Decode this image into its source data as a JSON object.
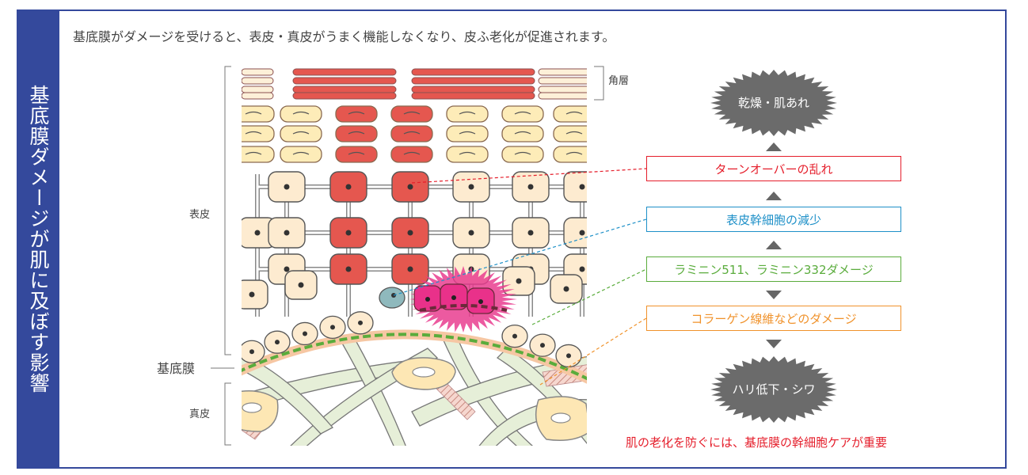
{
  "sidebar": {
    "title": "基底膜ダメージが肌に及ぼす影響"
  },
  "intro": "基底膜がダメージを受けると、表皮・真皮がうまく機能しなくなり、皮ふ老化が促進されます。",
  "layers": {
    "stratum_corneum": "角層",
    "epidermis": "表皮",
    "basement_membrane": "基底膜",
    "dermis": "真皮"
  },
  "flow": {
    "top_burst": "乾燥・肌あれ",
    "box1": "ターンオーバーの乱れ",
    "box2": "表皮幹細胞の減少",
    "box3": "ラミニン511、ラミニン332ダメージ",
    "box4": "コラーゲン線維などのダメージ",
    "bottom_burst": "ハリ低下・シワ"
  },
  "footnote": "肌の老化を防ぐには、基底膜の幹細胞ケアが重要",
  "colors": {
    "frame": "#34499c",
    "turnover": "#e51e2b",
    "stem_cell": "#1e90c8",
    "laminin": "#5aac3c",
    "collagen": "#f0922b",
    "burst": "#6b6b6b"
  }
}
